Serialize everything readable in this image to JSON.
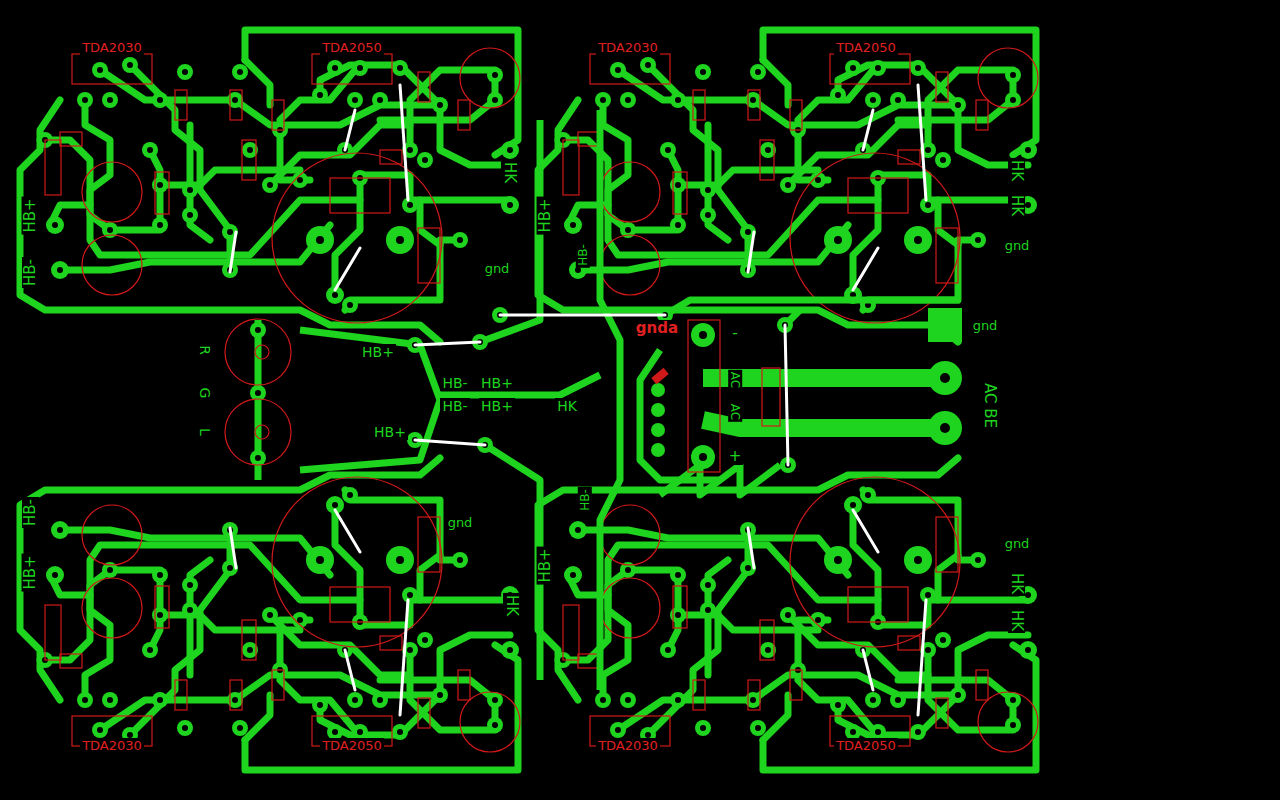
{
  "diagram": {
    "labels": [
      "TDA2030",
      "TDA2050",
      "HK",
      "HB+",
      "HB-",
      "gnd",
      "R",
      "G",
      "L",
      "HB+",
      "HB-",
      "HB+",
      "HB-",
      "HB+",
      "HK",
      "HB+",
      "TDA2030",
      "TDA2050",
      "HK",
      "HK",
      "HB+",
      "HB-",
      "gnd",
      "gnd",
      "gnda",
      "-",
      "AC",
      "AC",
      "+",
      "AC BE",
      "HB-",
      "HB+",
      "gnd",
      "HK",
      "TDA2030",
      "TDA2050",
      "HB-",
      "HB+",
      "gnd",
      "HK",
      "HK",
      "TDA2030",
      "TDA2050"
    ]
  }
}
